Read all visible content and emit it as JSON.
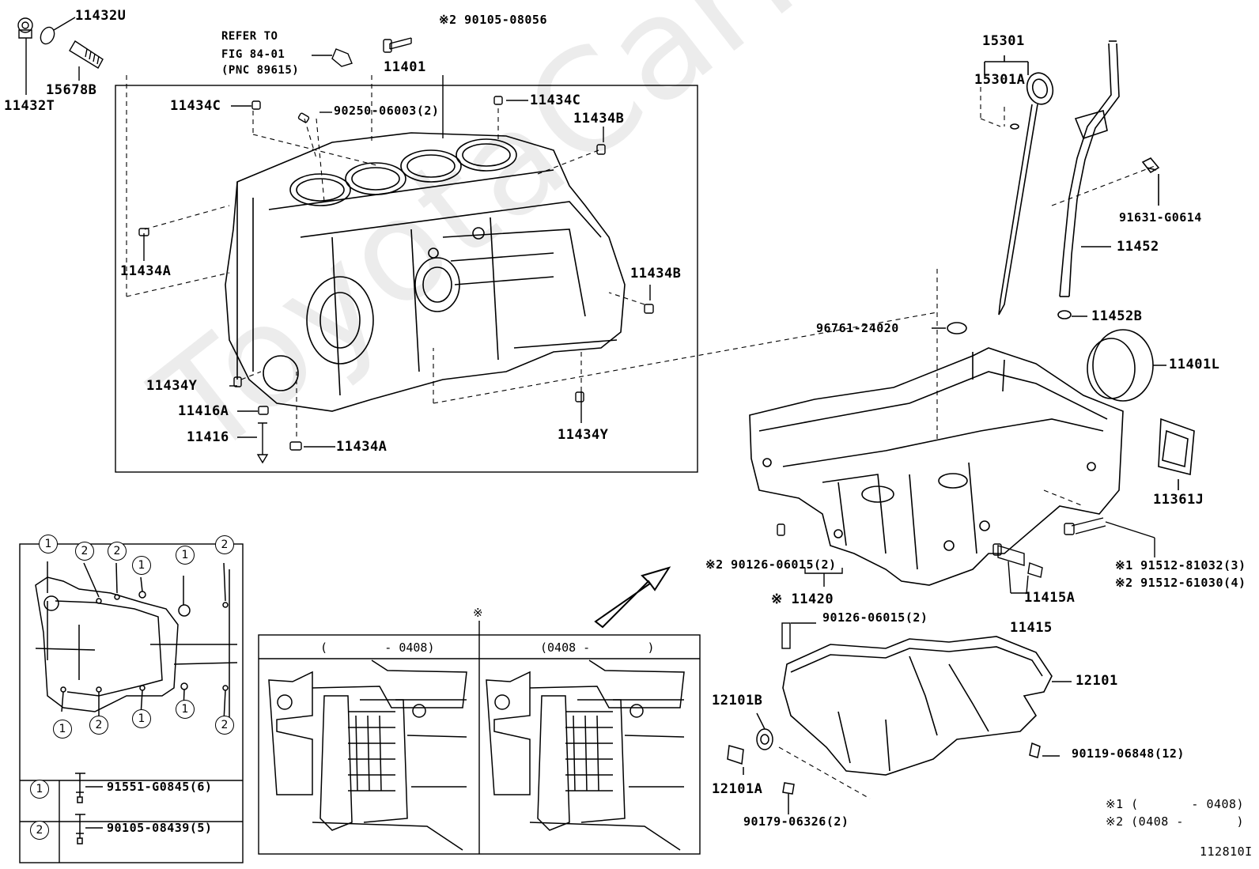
{
  "labels": {
    "p11432U": "11432U",
    "p11432T": "11432T",
    "p15678B": "15678B",
    "refer1": "REFER TO",
    "refer2": "FIG 84-01",
    "refer3": "(PNC 89615)",
    "p11401": "11401",
    "p90105_08056": "※2 90105-08056",
    "p11434C_a": "11434C",
    "p90250": "90250-06003(2)",
    "p11434C_b": "11434C",
    "p11434B_a": "11434B",
    "p11434A_a": "11434A",
    "p11434B_b": "11434B",
    "p11434Y_a": "11434Y",
    "p11416A": "11416A",
    "p11416": "11416",
    "p11434A_b": "11434A",
    "p11434Y_b": "11434Y",
    "p15301": "15301",
    "p15301A": "15301A",
    "p91631": "91631-G0614",
    "p11452": "11452",
    "p11452B": "11452B",
    "p96761": "96761-24020",
    "p11401L": "11401L",
    "p11361J": "11361J",
    "p91512a": "※1 91512-81032(3)",
    "p91512b": "※2 91512-61030(4)",
    "p90126a": "※2 90126-06015(2)",
    "p11420": "※ 11420",
    "p11415A": "11415A",
    "p11415": "11415",
    "p90126b": "90126-06015(2)",
    "p12101": "12101",
    "p12101B": "12101B",
    "p90119": "90119-06848(12)",
    "p12101A": "12101A",
    "p90179": "90179-06326(2)",
    "note1": "※1 (       - 0408)",
    "note2": "※2 (0408 -       )",
    "figno": "112810I",
    "asterisk": "※",
    "period_left": "(        - 0408)",
    "period_right": "(0408 -        )"
  },
  "legend": [
    {
      "mark": "1",
      "part": "91551-G0845(6)"
    },
    {
      "mark": "2",
      "part": "90105-08439(5)"
    }
  ],
  "bolt_pattern_marks": [
    "1",
    "2",
    "2",
    "1",
    "1",
    "2",
    "1",
    "2",
    "1",
    "1",
    "2"
  ],
  "watermark": "ToyotaCarMine.ru"
}
